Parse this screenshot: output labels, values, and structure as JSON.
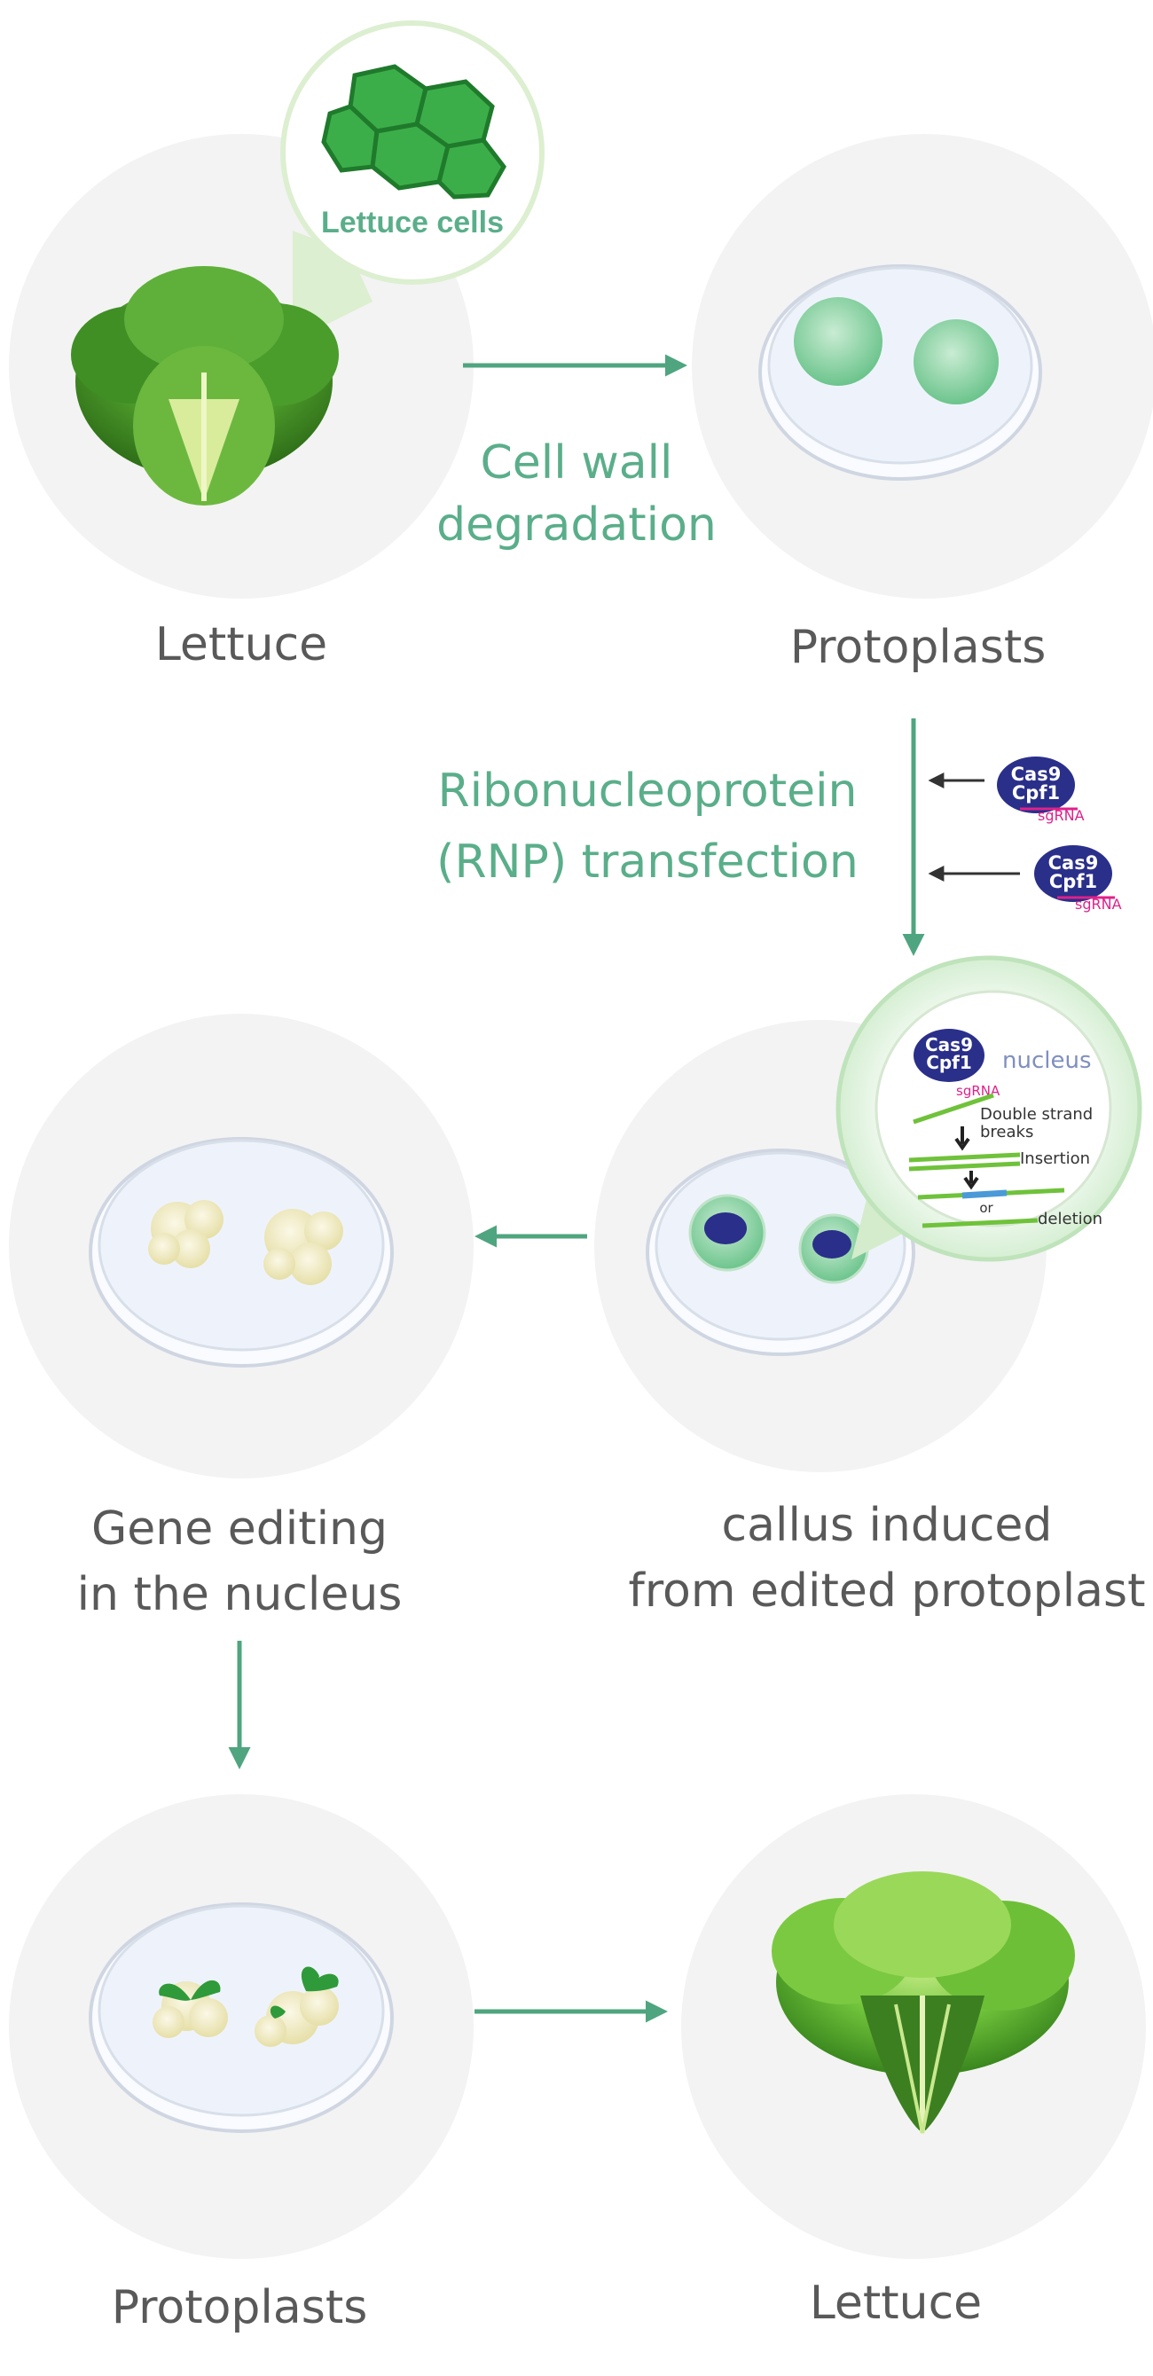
{
  "colors": {
    "accent_green": "#5aae8a",
    "arrow_green": "#4fa57f",
    "label_gray": "#595959",
    "stage_circle": "#f3f3f3",
    "dish": "#eef3fb",
    "cas9_blue": "#2a2f8a",
    "sgrna_magenta": "#e0218a",
    "leaf_green": "#3f9a2e"
  },
  "stages": {
    "lettuce_start": {
      "label": "Lettuce",
      "icon": "lettuce-icon"
    },
    "protoplasts": {
      "label": "Protoplasts",
      "icon": "petri-dish-icon"
    },
    "gene_editing": {
      "label_line1": "Gene editing",
      "label_line2": "in the nucleus",
      "icon": "petri-dish-icon"
    },
    "callus": {
      "label_line1": "callus induced",
      "label_line2": "from edited protoplast",
      "icon": "petri-dish-icon"
    },
    "protoplasts_shoots": {
      "label": "Protoplasts",
      "icon": "petri-dish-icon"
    },
    "lettuce_end": {
      "label": "Lettuce",
      "icon": "lettuce-icon"
    }
  },
  "callouts": {
    "lettuce_cells": "Lettuce cells"
  },
  "steps": {
    "cell_wall_line1": "Cell wall",
    "cell_wall_line2": "degradation",
    "rnp_line1": "Ribonucleoprotein",
    "rnp_line2": "(RNP) transfection"
  },
  "molecules": {
    "cas9": "Cas9",
    "cpf1": "Cpf1",
    "sgrna": "sgRNA"
  },
  "nucleus_detail": {
    "title": "nucleus",
    "double_strand_line1": "Double strand",
    "double_strand_line2": "breaks",
    "insertion": "Insertion",
    "or": "or",
    "deletion": "deletion"
  }
}
